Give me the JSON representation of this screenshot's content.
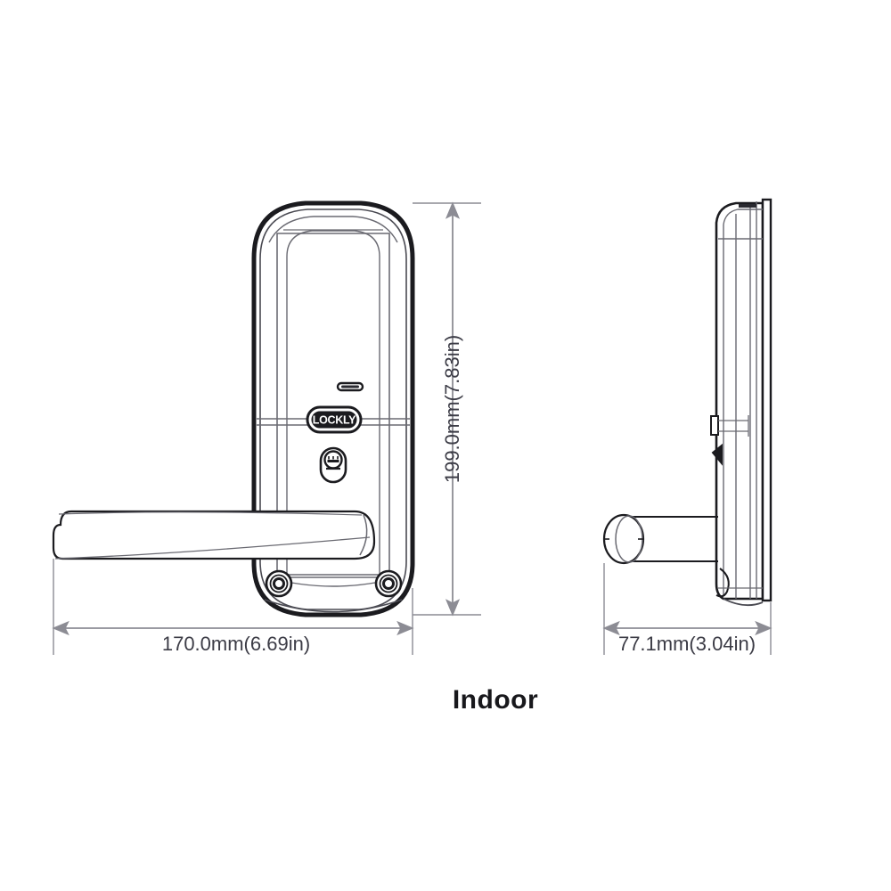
{
  "sheet": {
    "background_color": "#ffffff",
    "line_color": "#1b1b1f",
    "dim_line_color": "#8c8c94",
    "dim_text_color": "#3c3c46"
  },
  "product": {
    "brand": "LOCKLY",
    "view_caption": "Indoor"
  },
  "dimensions": {
    "height_label": "199.0mm(7.83in)",
    "width_label": "170.0mm(6.69in)",
    "depth_label": "77.1mm(3.04in)"
  },
  "views": {
    "front": {
      "name": "front-elevation",
      "features": [
        "escutcheon-body",
        "led-indicator-slot",
        "lockly-logo-badge",
        "key-cylinder",
        "lever-handle",
        "mounting-screw-left",
        "mounting-screw-right"
      ]
    },
    "side": {
      "name": "side-profile",
      "features": [
        "profile-body",
        "side-lever-handle",
        "thumbturn-detail"
      ]
    }
  },
  "chart_data": {
    "type": "table",
    "title": "Indoor escutcheon dimensions",
    "categories": [
      "Height",
      "Width",
      "Depth"
    ],
    "values": [
      199.0,
      170.0,
      77.1
    ],
    "values_inches": [
      7.83,
      6.69,
      3.04
    ],
    "unit_primary": "mm",
    "unit_secondary": "in",
    "labels": [
      "199.0mm(7.83in)",
      "170.0mm(6.69in)",
      "77.1mm(3.04in)"
    ]
  }
}
